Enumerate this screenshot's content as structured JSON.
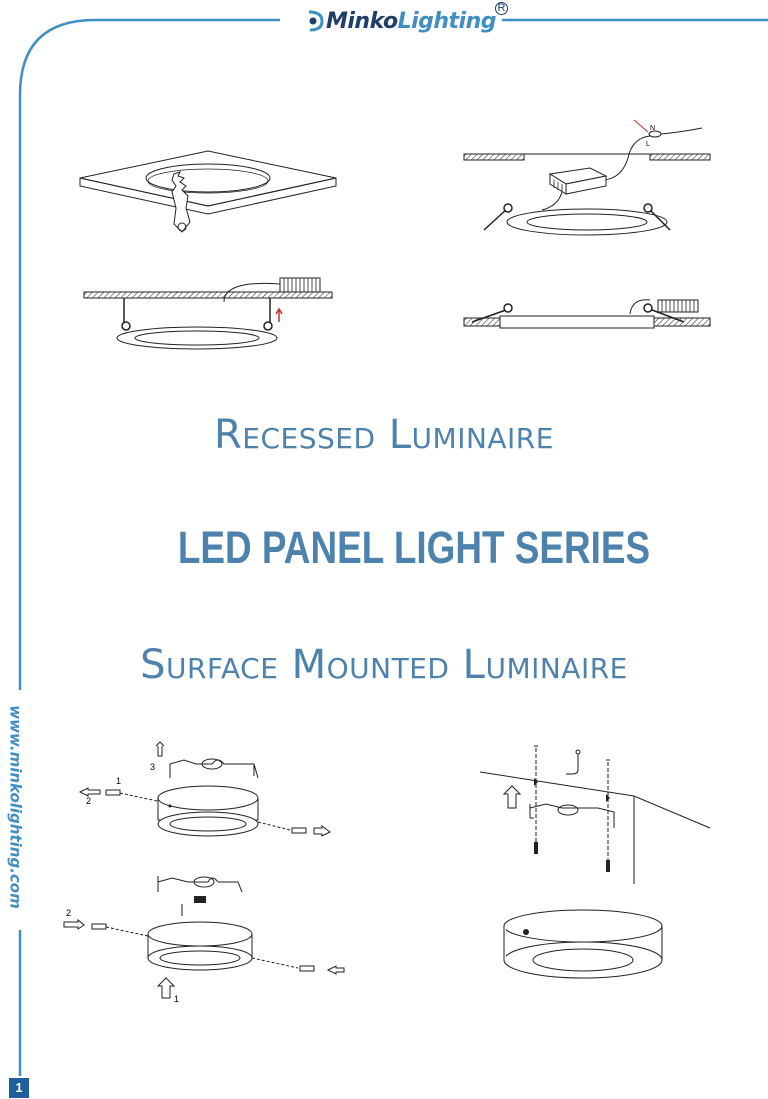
{
  "brand": {
    "minko": "Minko",
    "lighting": "Lighting",
    "registered": "R",
    "accent_color": "#3f8ec4",
    "dark_color": "#1f3e6a"
  },
  "side_url": "www.minkolighting.com",
  "page_number": "1",
  "headings": {
    "recessed": "Recessed Luminaire",
    "series": "LED PANEL LIGHT SERIES",
    "surface": "Surface Mounted Luminaire"
  },
  "diagram_labels": {
    "neutral": "N",
    "live": "L",
    "step_1": "1",
    "step_2": "2",
    "step_3": "3"
  }
}
